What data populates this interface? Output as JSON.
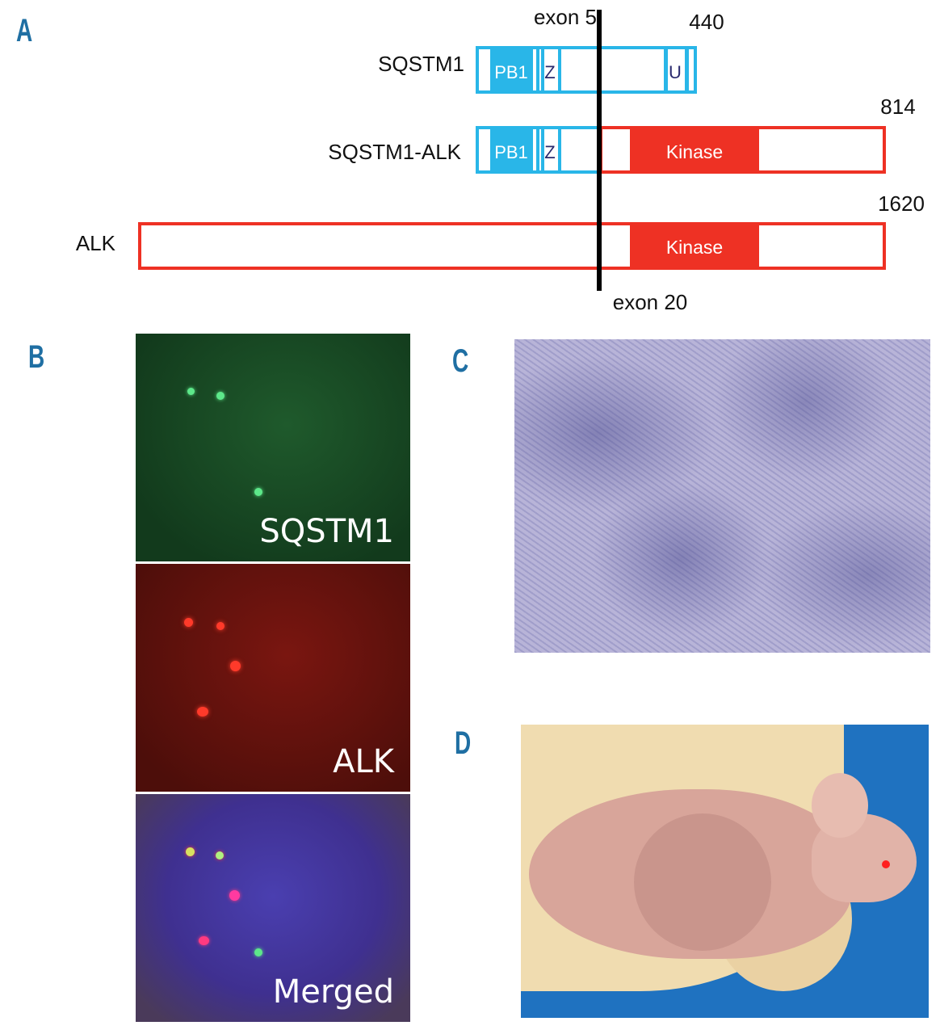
{
  "panels": {
    "a": "A",
    "b": "B",
    "c": "C",
    "d": "D"
  },
  "diagram": {
    "exon_top": "exon 5",
    "exon_bottom": "exon 20",
    "proteins": [
      {
        "name": "SQSTM1",
        "length": "440"
      },
      {
        "name": "SQSTM1-ALK",
        "length": "814"
      },
      {
        "name": "ALK",
        "length": "1620"
      }
    ],
    "domains": {
      "pb1": "PB1",
      "z": "Z",
      "u": "U",
      "kinase": "Kinase"
    },
    "colors": {
      "sqstm1": "#29b6e8",
      "alk": "#ee3124",
      "letters": "#1f6fa3"
    }
  },
  "fish": {
    "labels": [
      "SQSTM1",
      "ALK",
      "Merged"
    ]
  }
}
